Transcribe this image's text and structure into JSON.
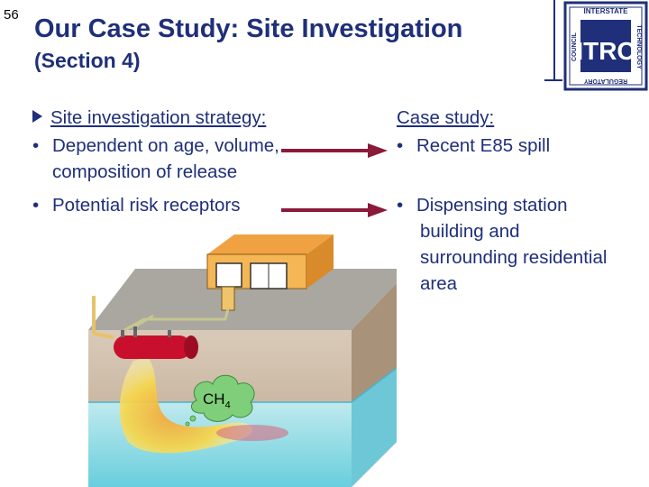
{
  "slide_number": "56",
  "title": "Our Case Study: Site Investigation",
  "subtitle": "(Section 4)",
  "logo": {
    "letters": "ITRC",
    "ring_top": "INTERSTATE",
    "ring_right": "TECHNOLOGY",
    "ring_left": "COUNCIL",
    "ring_bottom": "REGULATORY"
  },
  "left_column": {
    "heading": "Site investigation strategy:",
    "bullet1_line1": "Dependent on age, volume,",
    "bullet1_line2": "composition of release",
    "bullet2": "Potential risk receptors"
  },
  "right_column": {
    "heading": "Case study:",
    "bullet1": "Recent E85 spill",
    "bullet2_lines": [
      "Dispensing station",
      "building and",
      "surrounding residential",
      "area"
    ]
  },
  "diagram": {
    "gas_label": "CH",
    "gas_subscript": "4"
  },
  "colors": {
    "text": "#1f2f7a",
    "arrow": "#8b1a3a",
    "soil": "#c9b7a2",
    "water": "#86e0ec",
    "tank": "#c8102e"
  }
}
